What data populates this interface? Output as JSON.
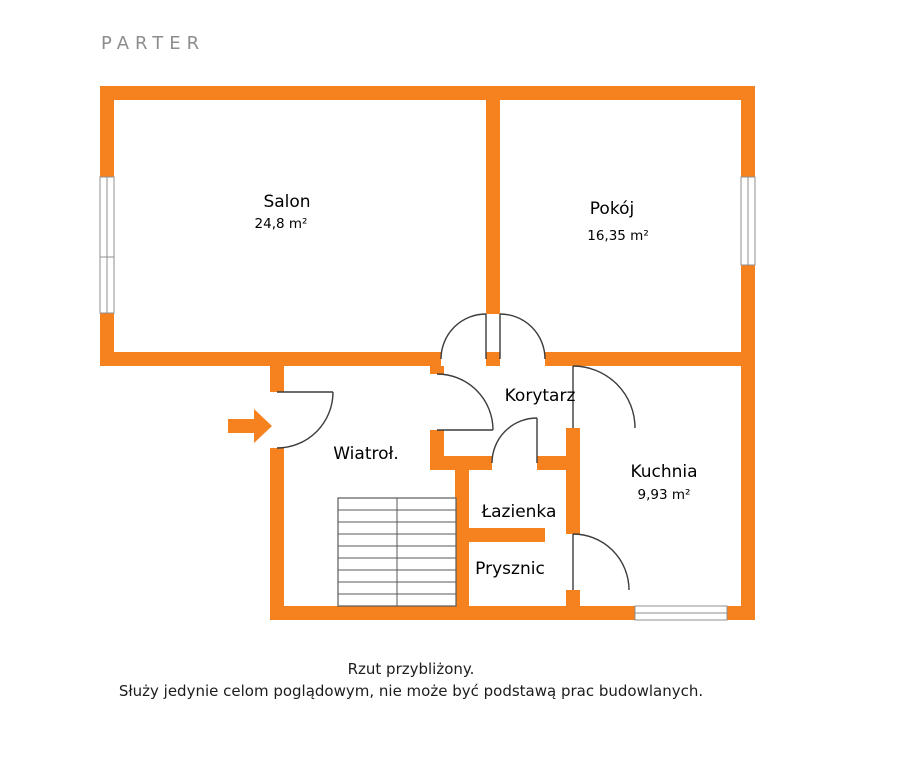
{
  "title": "PARTER",
  "rooms": {
    "salon": {
      "name": "Salon",
      "area": "24,8 m²"
    },
    "pokoj": {
      "name": "Pokój",
      "area": "16,35 m²"
    },
    "korytarz": {
      "name": "Korytarz",
      "area": ""
    },
    "wiatrol": {
      "name": "Wiatroł.",
      "area": ""
    },
    "kuchnia": {
      "name": "Kuchnia",
      "area": "9,93 m²"
    },
    "lazienka": {
      "name": "Łazienka",
      "area": ""
    },
    "prysznic": {
      "name": "Prysznic",
      "area": ""
    }
  },
  "footer": {
    "line1": "Rzut przybliżony.",
    "line2": "Służy jedynie celom poglądowym, nie może być podstawą prac budowlanych."
  },
  "icons": {
    "entry_arrow": "arrow-right"
  },
  "colors": {
    "wall": "#F5821F",
    "title_text": "#8D8D8D",
    "label_text": "#000000",
    "footer_text": "#1C1C1C",
    "door_stroke": "#3C3C3C",
    "window_stroke": "#8F8F8F",
    "stairs_stroke": "#5A5A5A",
    "background": "#FFFFFF"
  }
}
